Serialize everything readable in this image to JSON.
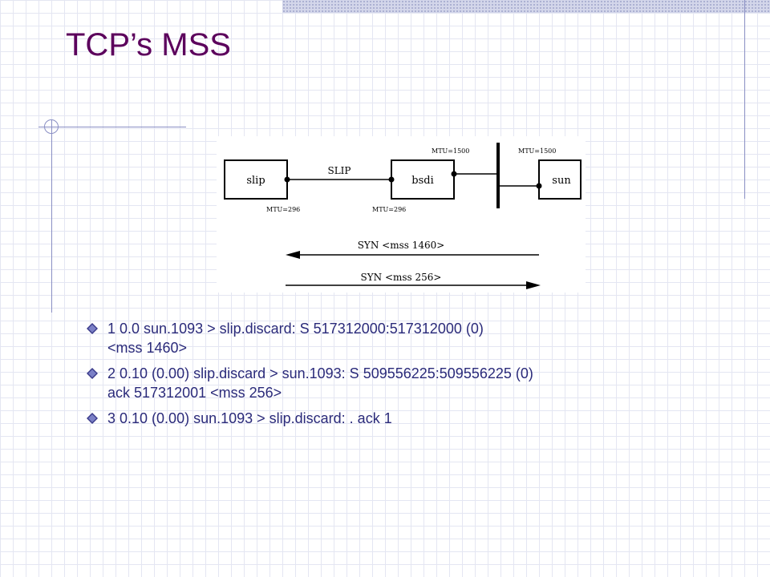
{
  "slide": {
    "title": "TCP’s MSS"
  },
  "figure": {
    "hosts": [
      "slip",
      "bsdi",
      "sun"
    ],
    "link_label": "SLIP",
    "mtu_labels": {
      "slip": "MTU=296",
      "bsdi_slip": "MTU=296",
      "bsdi_ether": "MTU=1500",
      "sun": "MTU=1500"
    },
    "arrows": [
      {
        "label": "SYN <mss 1460>",
        "direction": "left"
      },
      {
        "label": "SYN <mss 256>",
        "direction": "right"
      }
    ]
  },
  "bullets": [
    {
      "lines": [
        "1 0.0 sun.1093 > slip.discard: S 517312000:517312000 (0)",
        "<mss 1460>"
      ]
    },
    {
      "lines": [
        "2 0.10 (0.00) slip.discard > sun.1093: S 509556225:509556225 (0)",
        "ack 517312001 <mss 256>"
      ]
    },
    {
      "lines": [
        "3 0.10 (0.00) sun.1093 > slip.discard: . ack 1"
      ]
    }
  ],
  "colors": {
    "title": "#5c005c",
    "body_text": "#2a2a7a",
    "bullet_icon": "#3a3a8a",
    "accent_lines": "#8a8fc4"
  },
  "icons": {
    "bullet": "diamond-bullet-icon"
  }
}
